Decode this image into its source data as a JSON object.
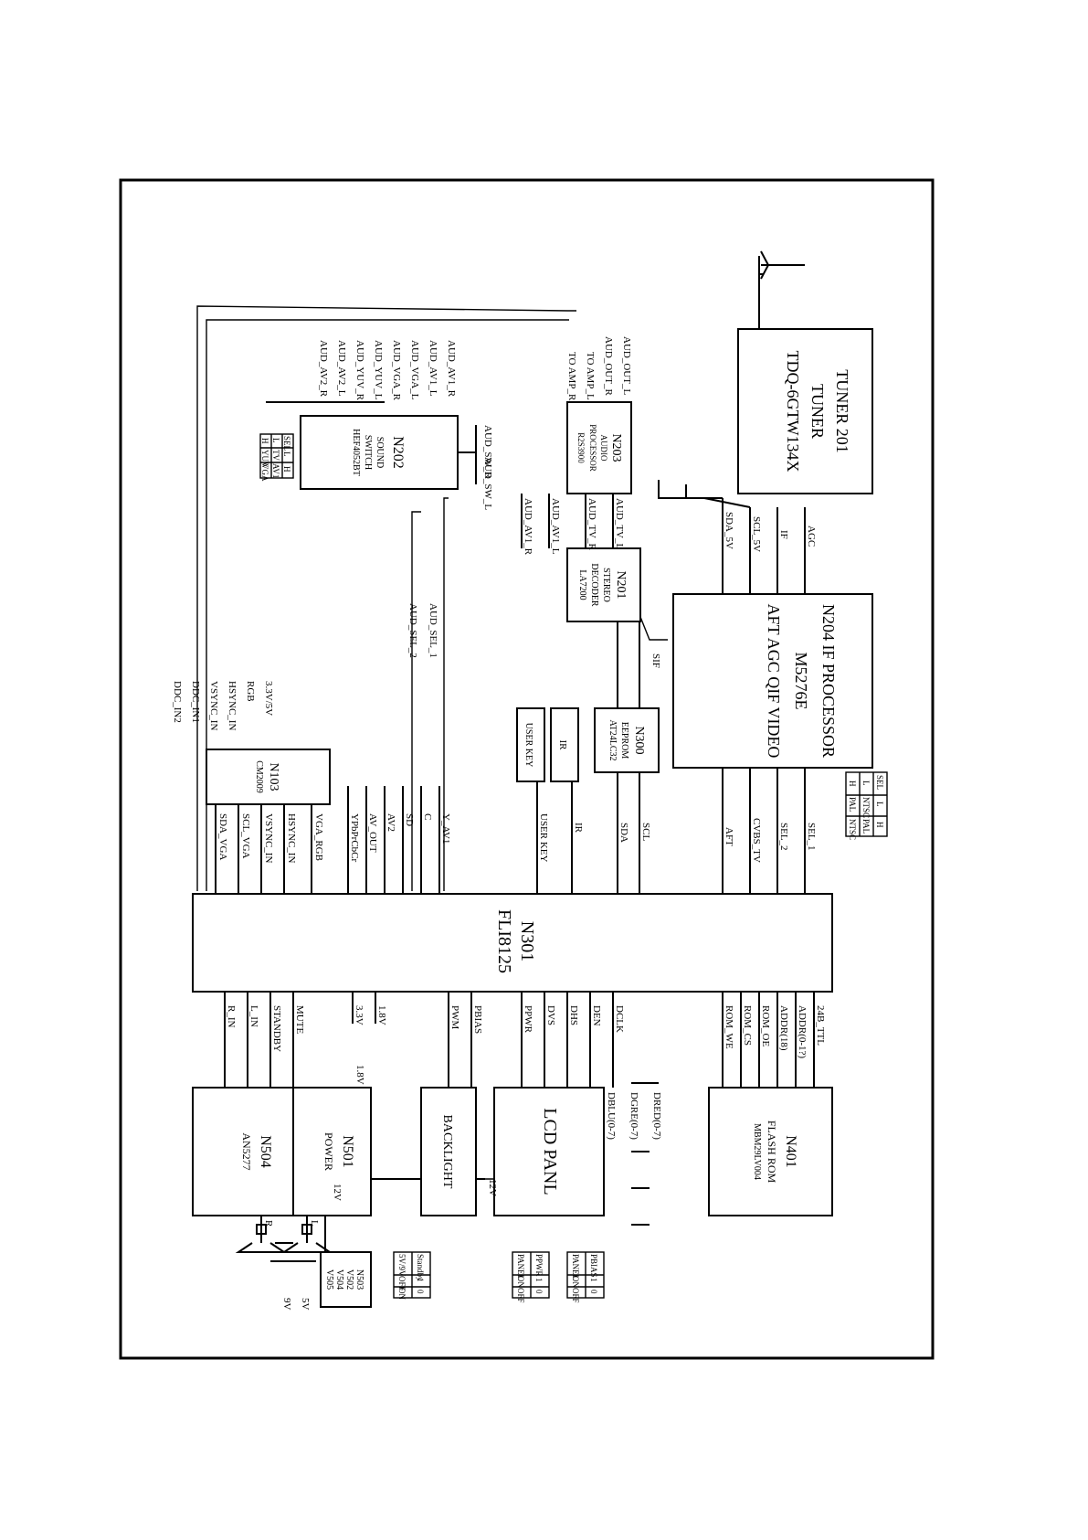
{
  "blocks": {
    "tuner": [
      "TUNER 201",
      "TUNER",
      "TDQ-6GTW134X"
    ],
    "if_processor": [
      "N204 IF PROCESSOR",
      "M5276E",
      "AFT AGC QIF VIDEO"
    ],
    "stereo_decoder": [
      "N201",
      "STEREO",
      "DECODER",
      "LA7200"
    ],
    "audio_processor": [
      "N203",
      "AUDIO",
      "PROCESSOR",
      "R2S3900"
    ],
    "sound_switch": [
      "N202",
      "SOUND",
      "SWITCH",
      "HEF4052BT"
    ],
    "eeprom": [
      "N300",
      "EEPROM",
      "AT24LC32"
    ],
    "ir": [
      "IR"
    ],
    "user_key": [
      "USER KEY"
    ],
    "cm": [
      "N103",
      "CM2009"
    ],
    "main_chip": [
      "N301",
      "FLI8125"
    ],
    "flash": [
      "N401",
      "FLASH ROM",
      "MBM29LV004"
    ],
    "lcd": [
      "LCD PANL"
    ],
    "backlight": [
      "BACKLIGHT"
    ],
    "power_amp": [
      "N504",
      "AN5277"
    ],
    "power": [
      "N501",
      "POWER"
    ],
    "regulators": [
      "N503",
      "V502",
      "V504",
      "V505"
    ]
  },
  "signals": {
    "agc": "AGC",
    "if": "IF",
    "scl_5v": "SCL_5V",
    "sda_5v": "SDA_5V",
    "sif": "SIF",
    "aud_tv_l": "AUD_TV_L",
    "aud_tv_r": "AUD_TV_R",
    "aud_av1_l": "AUD_AV1_L",
    "aud_av1_r": "AUD_AV1_R",
    "aud_out_l": "AUD_OUT_L",
    "aud_out_r": "AUD_OUT_R",
    "to_amp_l": "TO AMP_L",
    "to_amp_r": "TO AMP_R",
    "aud_sw_r": "AUD_SW_R",
    "aud_sw_l": "AUD_SW_L",
    "sw_inputs": [
      "AUD_AV1_R",
      "AUD_AV1_L",
      "AUD_VGA_L",
      "AUD_VGA_R",
      "AUD_YUV_L",
      "AUD_YUV_R",
      "AUD_AV2_L",
      "AUD_AV2_R"
    ],
    "aud_sel_1": "AUD_SEL_1",
    "aud_sel_2": "AUD_SEL_2",
    "vga_inputs": [
      "3.3V/5V",
      "RGB",
      "HSYNC_IN",
      "VSYNC_IN",
      "DDC_IN1",
      "DDC_IN2"
    ],
    "cm_outputs": [
      "VGA_RGB",
      "HSYNC_IN",
      "VSYNC_IN",
      "SCL_VGA",
      "SDA_VGA"
    ],
    "video_inputs": [
      "Y_AV1",
      "C",
      "SD",
      "AV2",
      "AV_OUT",
      "YPbPrCbCr"
    ],
    "scl": "SCL",
    "sda": "SDA",
    "ir_sig": "IR",
    "user_key_sig": "USER KEY",
    "sel_1": "SEL_1",
    "sel_2": "SEL_2",
    "cvbs_tv": "CVBS_TV",
    "aft": "AFT",
    "rom_sigs": [
      "24B_TTL",
      "ADDR(0-1?)",
      "ADDR(18)",
      "ROM_OE",
      "ROM_CS",
      "ROM_WE"
    ],
    "lcd_sigs": [
      "DCLK",
      "DEN",
      "DHS",
      "DVS",
      "PPWR"
    ],
    "bl_sigs": [
      "PBIAS",
      "PWM"
    ],
    "pwr_sigs": [
      "1.8V",
      "3.3V"
    ],
    "amp_sigs": [
      "MUTE",
      "STANDBY",
      "L_IN",
      "R_IN"
    ],
    "dred": "DRED(0-7)",
    "dgre": "DGRE(0-7)",
    "dblu": "DBLU(0-7)",
    "v18": "1.8V",
    "v12": "12V",
    "v5": "5V",
    "v9": "9V",
    "spk_l": "L",
    "spk_r": "R"
  },
  "tables": {
    "sel": {
      "header": [
        "SEL",
        "L",
        "H"
      ],
      "rows": [
        [
          "L",
          "NTSC",
          "PAL"
        ],
        [
          "H",
          "PAL",
          "NTSC"
        ]
      ]
    },
    "sw": {
      "header": [
        "SEL",
        "L",
        "H"
      ],
      "rows": [
        [
          "L",
          "TV",
          "AV1"
        ],
        [
          "H",
          "YUV",
          "VGA"
        ]
      ]
    },
    "standby": {
      "header": [
        "Standby",
        "1",
        "0"
      ],
      "rows": [
        [
          "5V/9V",
          "OFF",
          "ON"
        ]
      ]
    },
    "ppwr": {
      "header": [
        "PPWR",
        "1",
        "0"
      ],
      "rows": [
        [
          "PANEL",
          "ON",
          "OFF"
        ]
      ]
    },
    "pbias": {
      "header": [
        "PBIAS",
        "1",
        "0"
      ],
      "rows": [
        [
          "PANEL",
          "ON",
          "OFF"
        ]
      ]
    }
  }
}
